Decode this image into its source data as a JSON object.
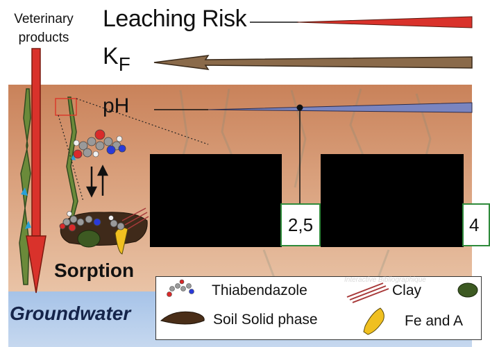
{
  "title_left": "Veterinary products",
  "scales": {
    "leaching_risk": "Leaching Risk",
    "kf_main": "K",
    "kf_sub": "F",
    "ph": "pH"
  },
  "ph_values": [
    "2,5",
    "4"
  ],
  "labels": {
    "sorption": "Sorption",
    "groundwater": "Groundwater"
  },
  "legend": {
    "thiabendazole": "Thiabendazole",
    "clay": "Clay",
    "soil_solid_phase": "Soil Solid phase",
    "fe_and_al": "Fe and A"
  },
  "watermark": "Interactive Bibliographique",
  "colors": {
    "leaching_arrow": "#d9322b",
    "kf_arrow": "#8a6a4a",
    "ph_arrow": "#7a85c0",
    "soil": "#d9a07c",
    "groundwater": "#b7cdea",
    "ph_box_border": "#2e8a3a"
  }
}
